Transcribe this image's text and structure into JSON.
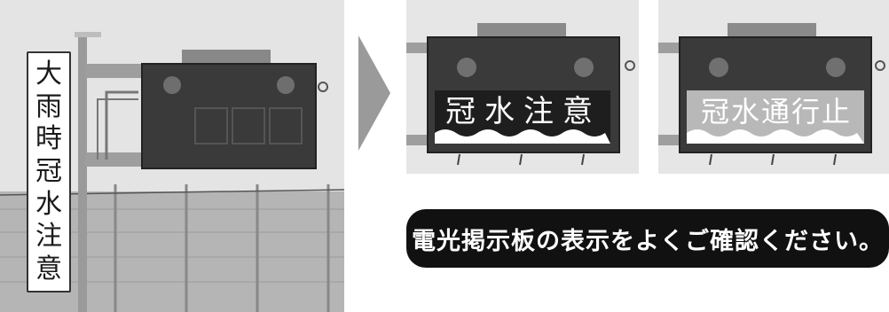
{
  "vertical_sign": {
    "characters": [
      "大",
      "雨",
      "時",
      "冠",
      "水",
      "注",
      "意"
    ]
  },
  "board_left": {
    "text": "冠水注意"
  },
  "board_right": {
    "text": "冠水通行止"
  },
  "banner": {
    "text": "電光掲示板の表示をよくご確認ください。"
  },
  "colors": {
    "sky": "#e6e6e6",
    "board": "#3a3a3a",
    "banner_bg": "#111111",
    "fence": "#b9b9b9"
  }
}
